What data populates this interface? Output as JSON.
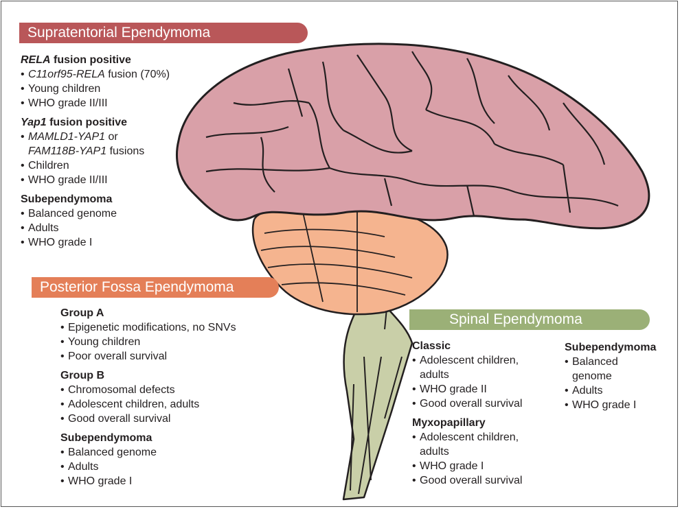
{
  "supratentorial": {
    "title": "Supratentorial Ependymoma",
    "rela": {
      "head_gene": "RELA",
      "head_rest": " fusion positive",
      "item1_gene": "C11orf95-RELA",
      "item1_rest": " fusion (70%)",
      "item2": "Young children",
      "item3": "WHO grade II/III"
    },
    "yap1": {
      "head_gene": "Yap1",
      "head_rest": " fusion positive",
      "item1_gene1": "MAMLD1-YAP1",
      "item1_mid": " or",
      "item1_gene2": "FAM118B-YAP1",
      "item1_rest": " fusions",
      "item2": "Children",
      "item3": "WHO grade II/III"
    },
    "subependymoma": {
      "head": "Subependymoma",
      "items": [
        "Balanced genome",
        "Adults",
        "WHO grade I"
      ]
    }
  },
  "posterior_fossa": {
    "title": "Posterior Fossa Ependymoma",
    "group_a": {
      "head": "Group A",
      "items": [
        "Epigenetic modifications, no SNVs",
        "Young children",
        "Poor overall survival"
      ]
    },
    "group_b": {
      "head": "Group B",
      "items": [
        "Chromosomal defects",
        "Adolescent children, adults",
        "Good overall survival"
      ]
    },
    "subependymoma": {
      "head": "Subependymoma",
      "items": [
        "Balanced genome",
        "Adults",
        "WHO grade I"
      ]
    }
  },
  "spinal": {
    "title": "Spinal Ependymoma",
    "classic": {
      "head": "Classic",
      "item1_line1": "Adolescent children,",
      "item1_line2": "adults",
      "item2": "WHO grade II",
      "item3": "Good overall survival"
    },
    "myxopapillary": {
      "head": "Myxopapillary",
      "item1_line1": "Adolescent children,",
      "item1_line2": "adults",
      "item2": "WHO grade I",
      "item3": "Good overall survival"
    },
    "subependymoma": {
      "head": "Subependymoma",
      "item1_line1": "Balanced",
      "item1_line2": "genome",
      "item2": "Adults",
      "item3": "WHO grade I"
    }
  },
  "colors": {
    "supratentorial": "#b95759",
    "posterior_fossa": "#e47f58",
    "spinal": "#9bb077",
    "cerebrum": "#d9a0a8",
    "cerebellum": "#f5b48f",
    "brainstem": "#c9cfa8"
  }
}
